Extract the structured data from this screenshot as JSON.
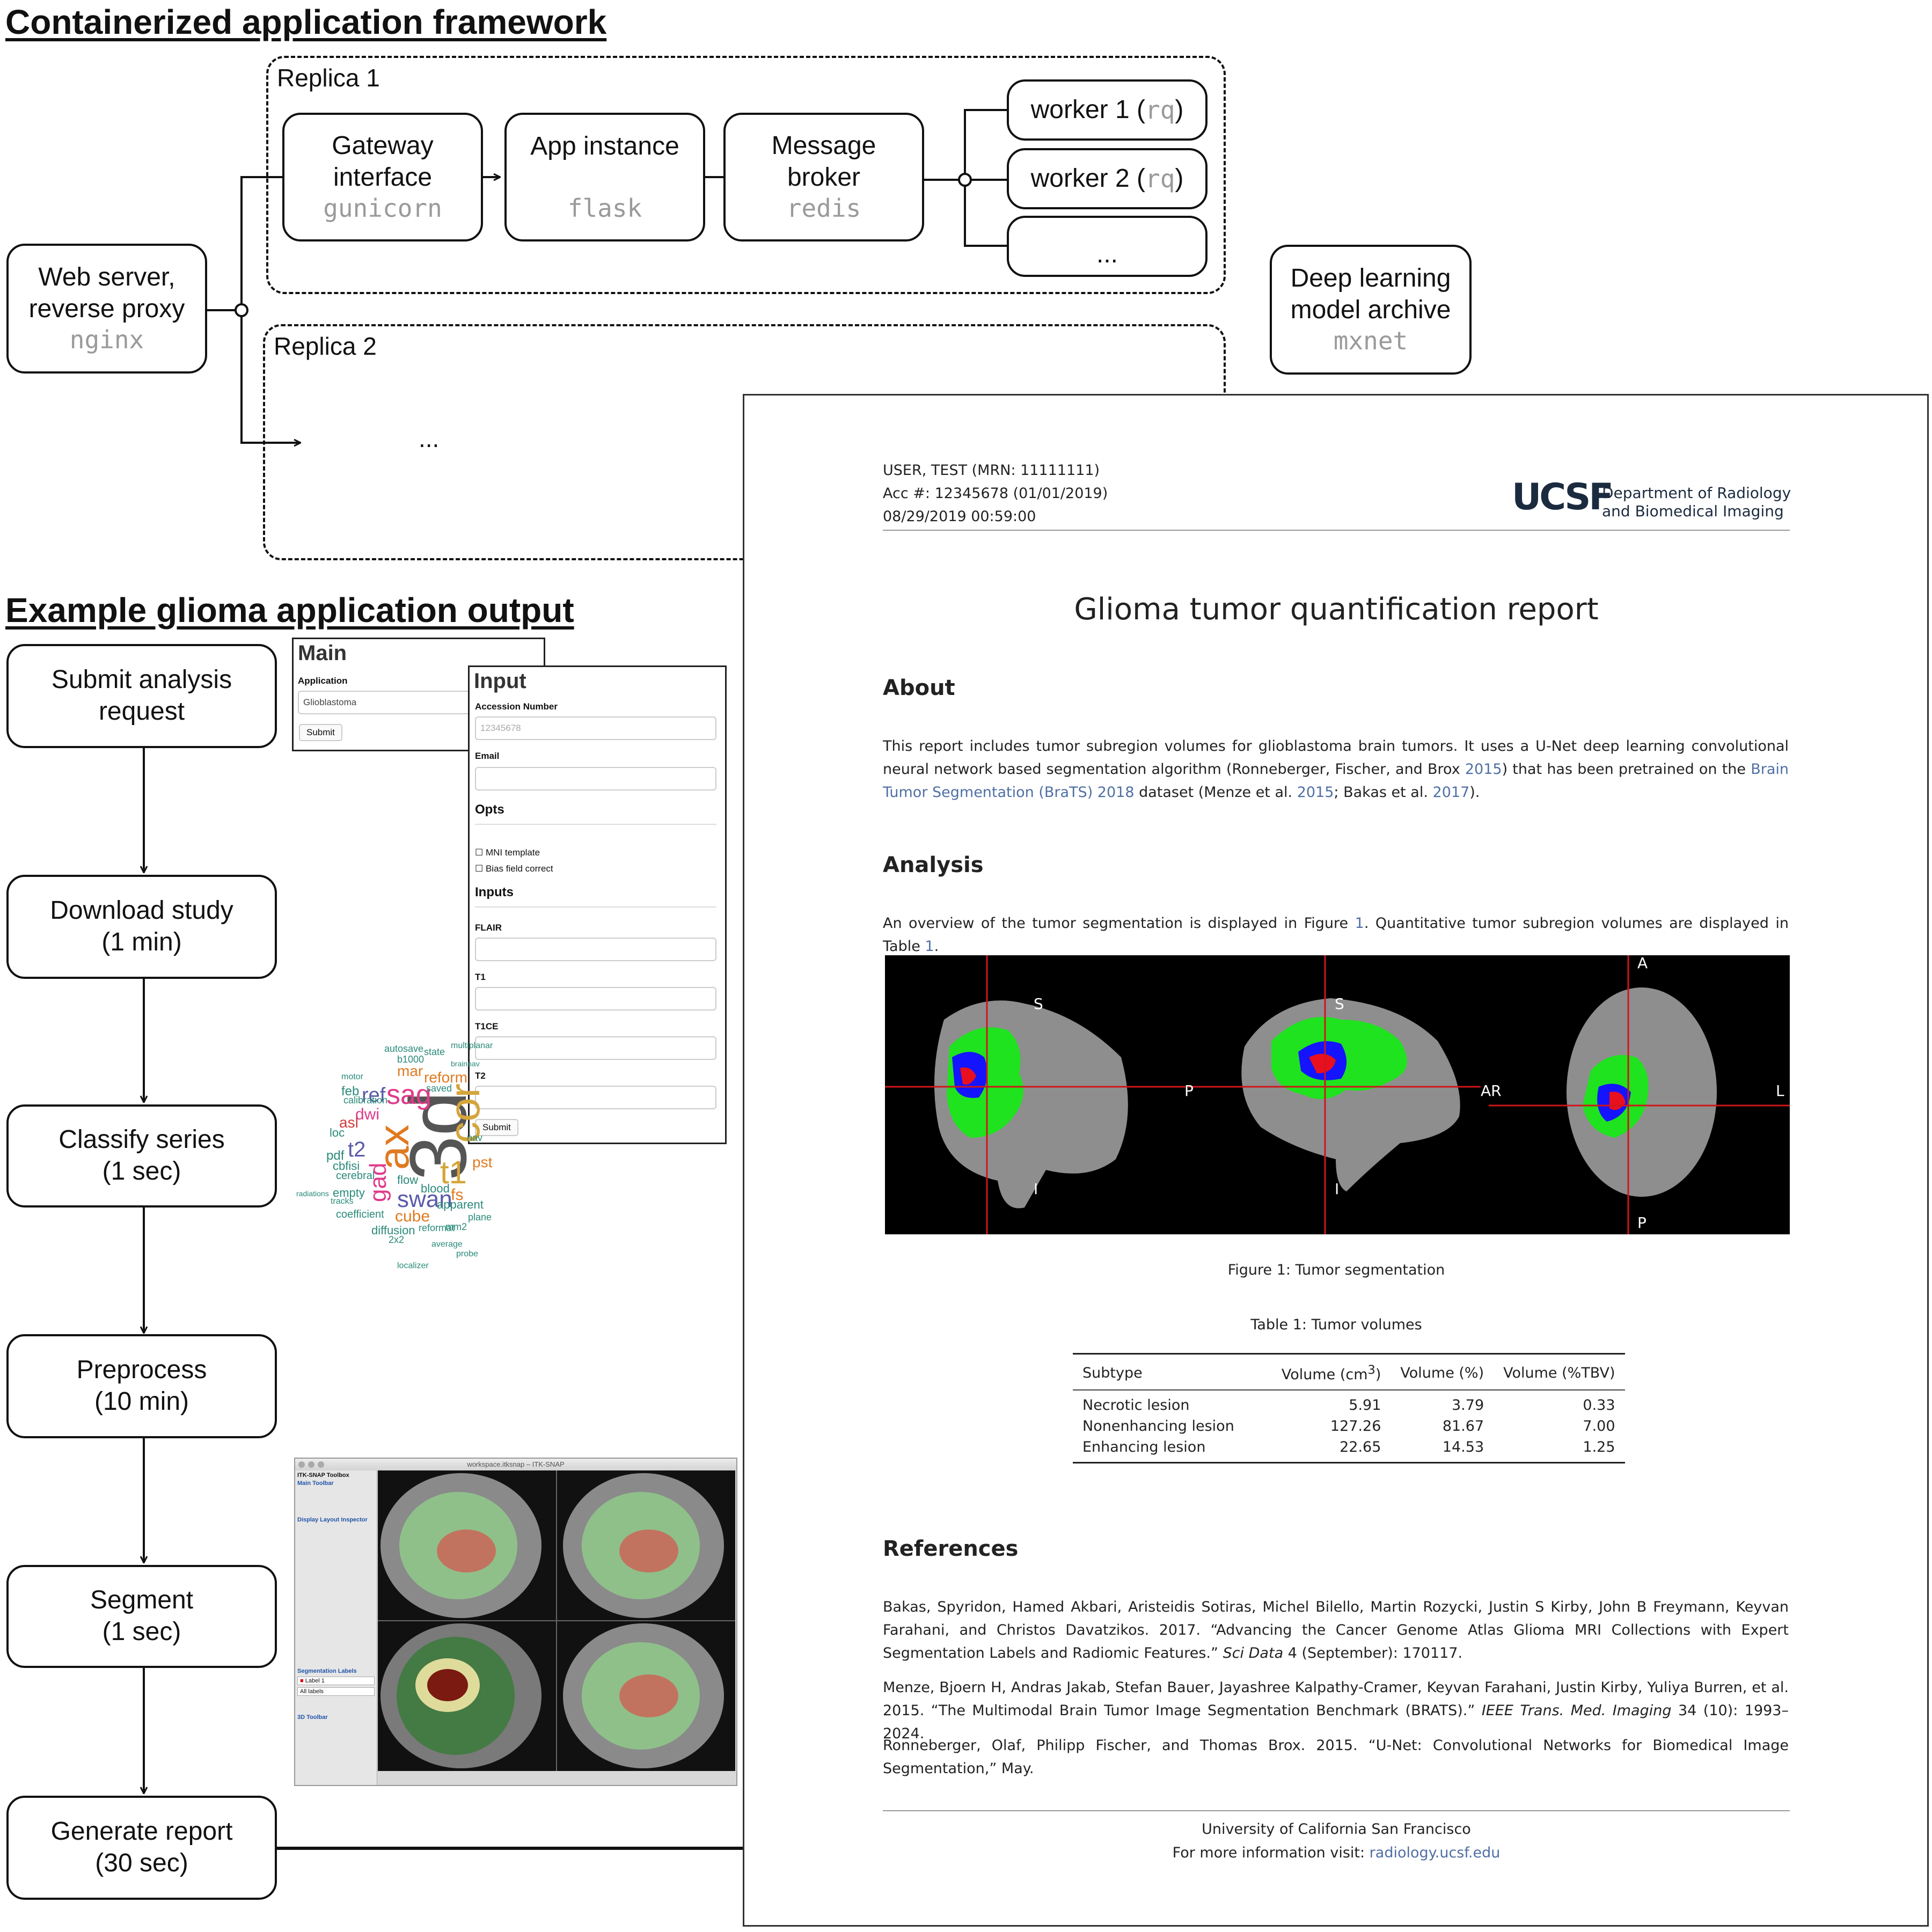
{
  "sections": {
    "framework_title": "Containerized application framework",
    "example_title": "Example glioma application output"
  },
  "framework": {
    "replica1_label": "Replica 1",
    "replica2_label": "Replica 2",
    "replica2_ellipsis": "...",
    "webserver": {
      "line1": "Web server,",
      "line2": "reverse proxy",
      "tech": "nginx"
    },
    "gateway": {
      "line1": "Gateway",
      "line2": "interface",
      "tech": "gunicorn"
    },
    "app": {
      "line1": "App instance",
      "tech": "flask"
    },
    "broker": {
      "line1": "Message",
      "line2": "broker",
      "tech": "redis"
    },
    "worker1": {
      "label": "worker 1 (",
      "tech": "rq",
      "close": ")"
    },
    "worker2": {
      "label": "worker 2 (",
      "tech": "rq",
      "close": ")"
    },
    "worker_more": "...",
    "model": {
      "line1": "Deep learning",
      "line2": "model archive",
      "tech": "mxnet"
    }
  },
  "pipeline": [
    {
      "line1": "Submit analysis",
      "line2": "request"
    },
    {
      "line1": "Download study",
      "line2": "(1 min)"
    },
    {
      "line1": "Classify series",
      "line2": "(1 sec)"
    },
    {
      "line1": "Preprocess",
      "line2": "(10 min)"
    },
    {
      "line1": "Segment",
      "line2": "(1 sec)"
    },
    {
      "line1": "Generate report",
      "line2": "(30 sec)"
    }
  ],
  "main_form": {
    "title": "Main",
    "application_label": "Application",
    "application_value": "Glioblastoma",
    "submit": "Submit"
  },
  "input_form": {
    "title": "Input",
    "accession_label": "Accession Number",
    "accession_placeholder": "12345678",
    "email_label": "Email",
    "opts_label": "Opts",
    "opt1": "MNI template",
    "opt2": "Bias field correct",
    "inputs_label": "Inputs",
    "flair_label": "FLAIR",
    "t1_label": "T1",
    "t1ce_label": "T1CE",
    "t2_label": "T2",
    "submit": "Submit"
  },
  "wordcloud": {
    "words": [
      "3d",
      "cor",
      "ax",
      "sag",
      "t1",
      "swan",
      "gad",
      "t2",
      "ref",
      "dwi",
      "mar",
      "reform",
      "pst",
      "fs",
      "cube",
      "asl",
      "feb",
      "pdf",
      "loc",
      "cbfisi",
      "flow",
      "blood",
      "apparent",
      "diffusion",
      "coefficient",
      "cerebral",
      "empty",
      "autosave",
      "average",
      "probe",
      "localizer",
      "tracks",
      "radiations",
      "motor",
      "calibration",
      "state",
      "b1000",
      "2x2",
      "reformat",
      "mm2",
      "plane",
      "nav",
      "saved",
      "brainnav",
      "multiplanar"
    ]
  },
  "itk": {
    "window_title": "workspace.itksnap – ITK-SNAP",
    "toolbox_title": "ITK-SNAP Toolbox",
    "main_toolbar": "Main Toolbar",
    "display_layout": "Display Layout Inspector",
    "seg_labels": "Segmentation Labels",
    "active_label": "Label 1",
    "paint_over": "All labels",
    "toolbar3d": "3D Toolbar"
  },
  "report": {
    "patient": "USER, TEST (MRN: 11111111)",
    "acc": "Acc #: 12345678 (01/01/2019)",
    "datetime": "08/29/2019 00:59:00",
    "logo_text": "UCSF",
    "dept_line1": "Department of Radiology",
    "dept_line2": "and Biomedical Imaging",
    "title": "Glioma tumor quantification report",
    "about_heading": "About",
    "about_text_1": "This report includes tumor subregion volumes for glioblastoma brain tumors. It uses a U-Net deep learning convolutional neural network based segmentation algorithm (Ronneberger, Fischer, and Brox ",
    "about_link_1": "2015",
    "about_text_2": ") that has been pretrained on the ",
    "about_link_2": "Brain Tumor Segmentation (BraTS) 2018",
    "about_text_3": " dataset (Menze et al. ",
    "about_link_3": "2015",
    "about_text_4": "; Bakas et al. ",
    "about_link_4": "2017",
    "about_text_5": ").",
    "analysis_heading": "Analysis",
    "analysis_text_1": "An overview of the tumor segmentation is displayed in Figure ",
    "analysis_link_1": "1",
    "analysis_text_2": ". Quantitative tumor subregion volumes are displayed in Table ",
    "analysis_link_2": "1",
    "analysis_text_3": ".",
    "orient": {
      "s1": "S",
      "i1": "I",
      "s2": "S",
      "i2": "I",
      "p2": "P",
      "ar": "AR",
      "a3": "A",
      "p3": "P",
      "l3": "L"
    },
    "figure_caption": "Figure 1: Tumor segmentation",
    "table_caption": "Table 1: Tumor volumes",
    "table_headers": [
      "Subtype",
      "Volume (cm",
      "3",
      ")",
      "Volume (%)",
      "Volume (%TBV)"
    ],
    "table_rows": [
      [
        "Necrotic lesion",
        "5.91",
        "3.79",
        "0.33"
      ],
      [
        "Nonenhancing lesion",
        "127.26",
        "81.67",
        "7.00"
      ],
      [
        "Enhancing lesion",
        "22.65",
        "14.53",
        "1.25"
      ]
    ],
    "references_heading": "References",
    "ref1_a": "Bakas, Spyridon, Hamed Akbari, Aristeidis Sotiras, Michel Bilello, Martin Rozycki, Justin S Kirby, John B Freymann, Keyvan Farahani, and Christos Davatzikos. 2017. “Advancing the Cancer Genome Atlas Glioma MRI Collections with Expert Segmentation Labels and Radiomic Features.” ",
    "ref1_b": "Sci Data",
    "ref1_c": " 4 (September): 170117.",
    "ref2_a": "Menze, Bjoern H, Andras Jakab, Stefan Bauer, Jayashree Kalpathy-Cramer, Keyvan Farahani, Justin Kirby, Yuliya Burren, et al. 2015. “The Multimodal Brain Tumor Image Segmentation Benchmark (BRATS).” ",
    "ref2_b": "IEEE Trans. Med. Imaging",
    "ref2_c": " 34 (10): 1993–2024.",
    "ref3": "Ronneberger, Olaf, Philipp Fischer, and Thomas Brox. 2015. “U-Net: Convolutional Networks for Biomedical Image Segmentation,” May.",
    "footer_line1": "University of California San Francisco",
    "footer_line2_text": "For more information visit: ",
    "footer_link": "radiology.ucsf.edu"
  },
  "colors": {
    "link": "#4f6fa4",
    "tech_gray": "#9a9a9a",
    "necrotic": "#e8101e",
    "enhancing": "#1414ff",
    "edema": "#19e619",
    "crosshair": "#d0151a"
  }
}
